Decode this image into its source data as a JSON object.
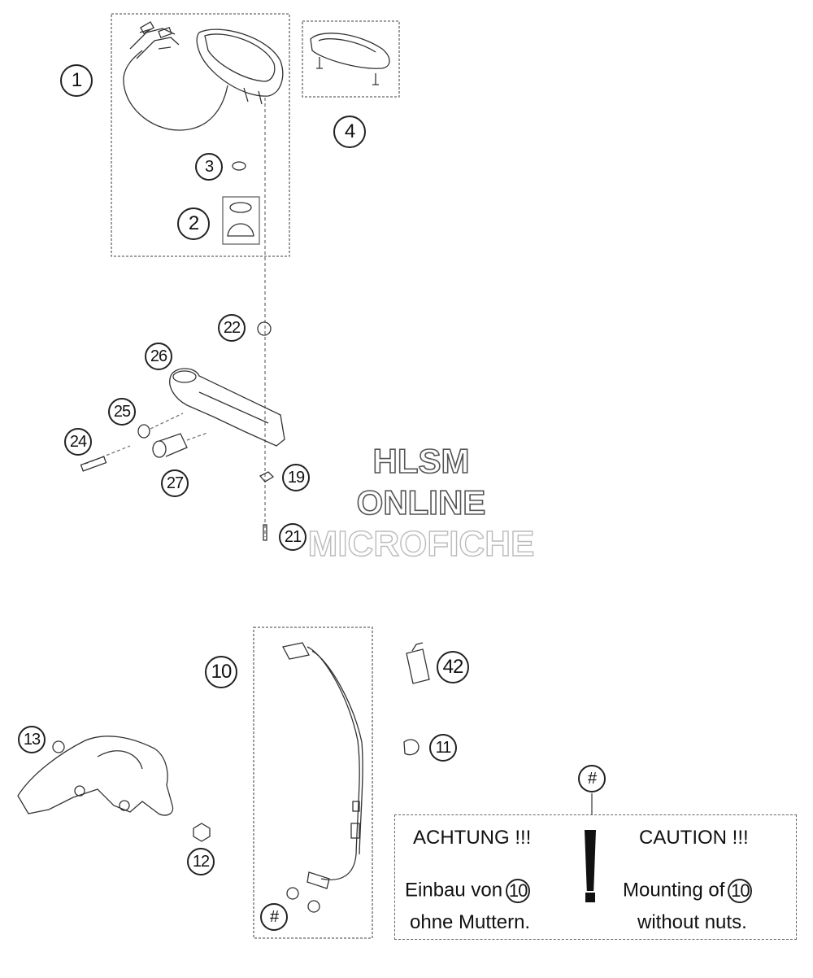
{
  "watermark": {
    "line1": "HLSM",
    "line2": "ONLINE",
    "line3": "MICROFICHE"
  },
  "callouts": {
    "c1": "1",
    "c2": "2",
    "c3": "3",
    "c4": "4",
    "c10": "10",
    "c11": "11",
    "c12": "12",
    "c13": "13",
    "c19": "19",
    "c21": "21",
    "c22": "22",
    "c24": "24",
    "c25": "25",
    "c26": "26",
    "c27": "27",
    "c42": "42",
    "hash_top": "#",
    "hash_bottom": "#"
  },
  "notice": {
    "de_title": "ACHTUNG !!!",
    "de_line1": "Einbau von",
    "de_ref": "10",
    "de_line2": "ohne Muttern.",
    "en_title": "CAUTION !!!",
    "en_line1": "Mounting of",
    "en_ref": "10",
    "en_line2": "without nuts."
  }
}
